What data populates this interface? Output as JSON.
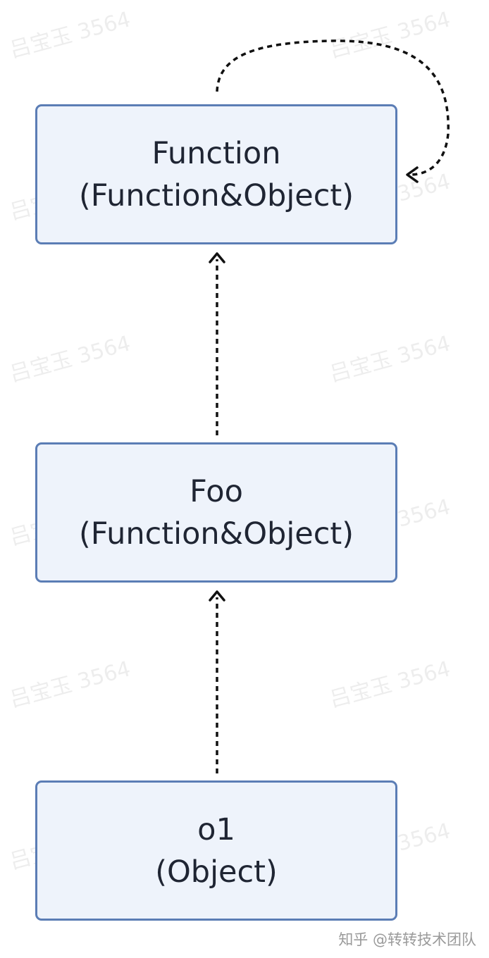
{
  "watermark": {
    "text": "吕宝玉 3564"
  },
  "nodes": [
    {
      "id": "function",
      "title": "Function",
      "type": "(Function&Object)"
    },
    {
      "id": "foo",
      "title": "Foo",
      "type": "(Function&Object)"
    },
    {
      "id": "o1",
      "title": "o1",
      "type": "(Object)"
    }
  ],
  "edges": [
    {
      "from": "o1",
      "to": "foo",
      "style": "dashed"
    },
    {
      "from": "foo",
      "to": "function",
      "style": "dashed"
    },
    {
      "from": "function",
      "to": "function",
      "style": "dashed"
    }
  ],
  "colors": {
    "node_fill": "#eef3fb",
    "node_border": "#5b7db5",
    "text": "#1f2533",
    "edge": "#111111"
  },
  "footer": {
    "credit": "知乎 @转转技术团队"
  }
}
